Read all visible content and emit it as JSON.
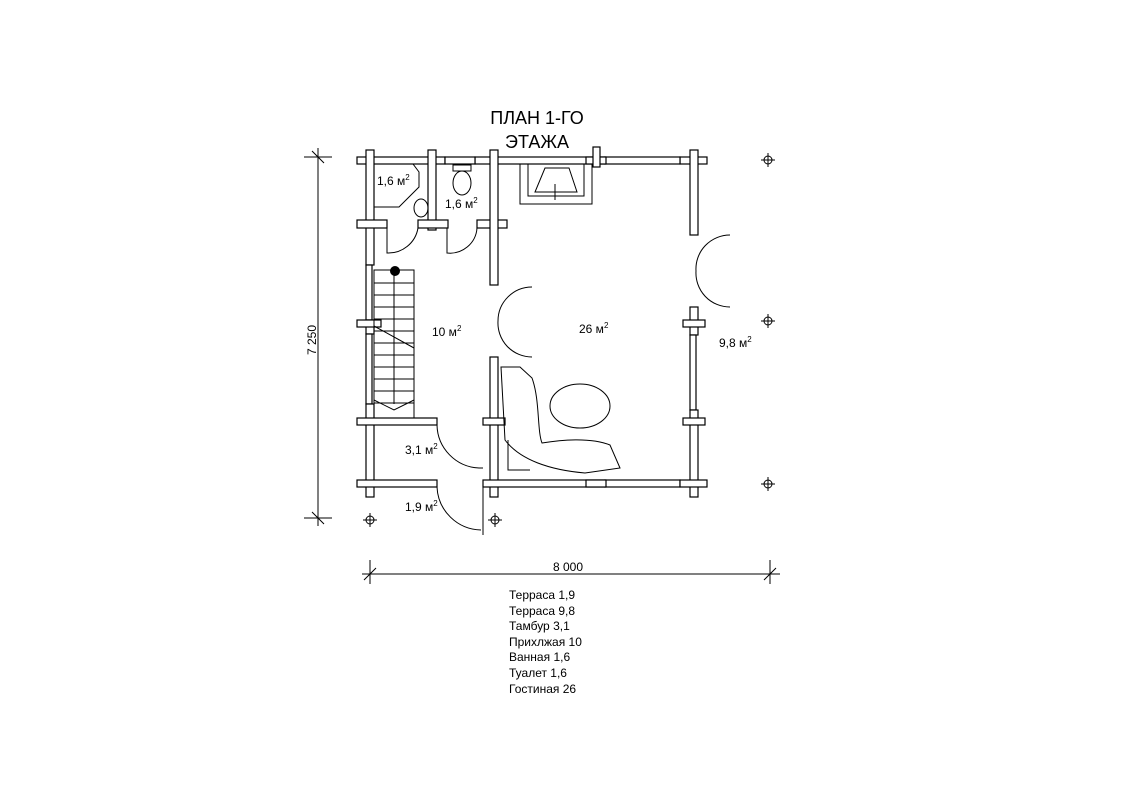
{
  "title": {
    "line1": "ПЛАН 1-ГО",
    "line2": "ЭТАЖА"
  },
  "dimensions": {
    "height": "7 250",
    "width": "8 000"
  },
  "superscript": "2",
  "rooms": [
    {
      "name": "bathroom",
      "label": "1,6 м"
    },
    {
      "name": "toilet",
      "label": "1,6 м"
    },
    {
      "name": "hall",
      "label": "10 м"
    },
    {
      "name": "living-room",
      "label": "26 м"
    },
    {
      "name": "terrace-right",
      "label": "9,8 м"
    },
    {
      "name": "vestibule",
      "label": "3,1 м"
    },
    {
      "name": "terrace-entrance",
      "label": "1,9 м"
    }
  ],
  "legend": [
    "Терраса 1,9",
    "Терраса 9,8",
    "Тамбур 3,1",
    "Прихлжая 10",
    "Ванная 1,6",
    "Туалет 1,6",
    "Гостиная 26"
  ]
}
